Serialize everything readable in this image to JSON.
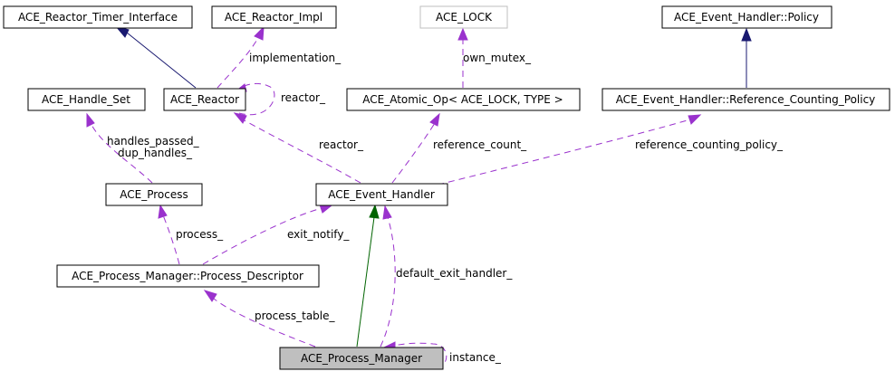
{
  "nodes": {
    "reactor_timer_interface": "ACE_Reactor_Timer_Interface",
    "reactor_impl": "ACE_Reactor_Impl",
    "ace_lock": "ACE_LOCK",
    "event_handler_policy": "ACE_Event_Handler::Policy",
    "handle_set": "ACE_Handle_Set",
    "reactor": "ACE_Reactor",
    "atomic_op": "ACE_Atomic_Op< ACE_LOCK, TYPE >",
    "reference_counting_policy": "ACE_Event_Handler::Reference_Counting_Policy",
    "process": "ACE_Process",
    "event_handler": "ACE_Event_Handler",
    "process_descriptor": "ACE_Process_Manager::Process_Descriptor",
    "process_manager": "ACE_Process_Manager"
  },
  "edge_labels": {
    "implementation": "implementation_",
    "own_mutex": "own_mutex_",
    "reactor_self": "reactor_",
    "handles_passed": "handles_passed_",
    "dup_handles": "dup_handles_",
    "reactor": "reactor_",
    "reference_count": "reference_count_",
    "reference_counting_policy": "reference_counting_policy_",
    "process": "process_",
    "exit_notify": "exit_notify_",
    "default_exit_handler": "default_exit_handler_",
    "process_table": "process_table_",
    "instance": "instance_"
  },
  "colors": {
    "inheritance": "#191970",
    "public_inheritance": "#006400",
    "usage": "#9a32cd",
    "focus_fill": "#bfbfbf",
    "undocumented_border": "#bfbfbf"
  }
}
